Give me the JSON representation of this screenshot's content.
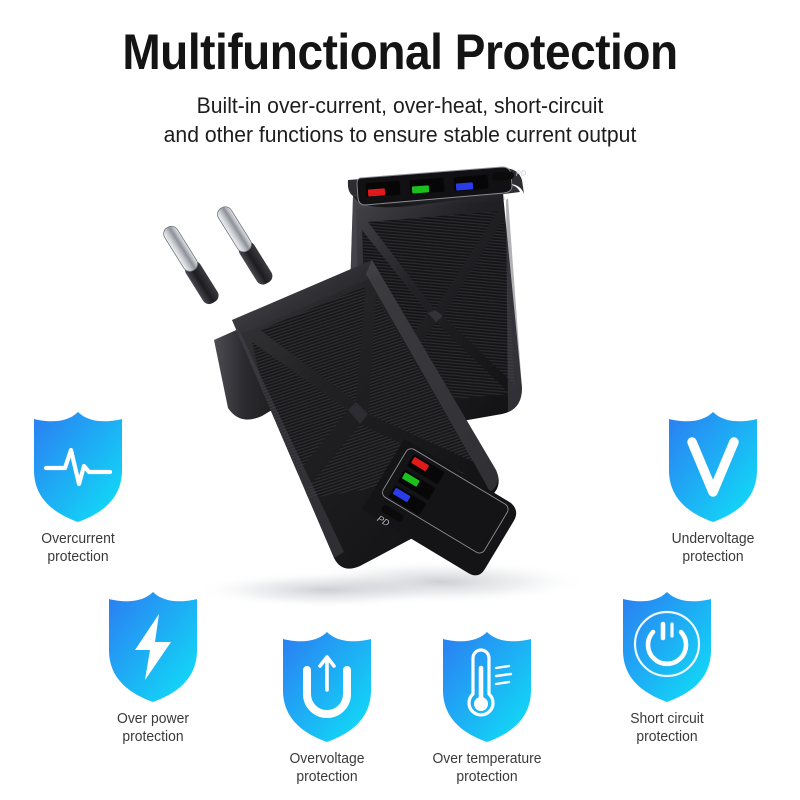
{
  "header": {
    "title": "Multifunctional Protection",
    "subtitle_line1": "Built-in over-current, over-heat, short-circuit",
    "subtitle_line2": "and other functions to ensure stable current output"
  },
  "features": [
    {
      "id": "overcurrent",
      "icon": "heartbeat-pulse-icon",
      "caption_line1": "Overcurrent",
      "caption_line2": "protection"
    },
    {
      "id": "undervoltage",
      "icon": "letter-v-icon",
      "caption_line1": "Undervoltage",
      "caption_line2": "protection"
    },
    {
      "id": "overpower",
      "icon": "lightning-bolt-icon",
      "caption_line1": "Over power",
      "caption_line2": "protection"
    },
    {
      "id": "shortcircuit",
      "icon": "power-button-icon",
      "caption_line1": "Short circuit",
      "caption_line2": "protection"
    },
    {
      "id": "overvoltage",
      "icon": "u-arrow-up-icon",
      "caption_line1": "Overvoltage",
      "caption_line2": "protection"
    },
    {
      "id": "overtemp",
      "icon": "thermometer-icon",
      "caption_line1": "Over temperature",
      "caption_line2": "protection"
    }
  ],
  "product": {
    "name": "usb-wall-charger",
    "plug_type": "EU round-pin",
    "body_pattern": "x-cross-textured",
    "usb_c_label": "PD",
    "ports": [
      {
        "type": "usb-a",
        "indicator_color": "#e01a1a",
        "name": "usb-a-port-red"
      },
      {
        "type": "usb-a",
        "indicator_color": "#1cc01c",
        "name": "usb-a-port-green"
      },
      {
        "type": "usb-a",
        "indicator_color": "#2a3ce8",
        "name": "usb-a-port-blue"
      },
      {
        "type": "usb-c",
        "indicator_color": "#2a2a2a",
        "name": "usb-c-port-pd"
      }
    ]
  },
  "colors": {
    "shield_gradient_start": "#2b7df2",
    "shield_gradient_end": "#0fe2f7",
    "shield_glyph": "#ffffff",
    "title_text": "#141414",
    "caption_text": "#3a3a3a",
    "background": "#ffffff",
    "product_body": "#1a1a1c",
    "pin_metal": "#d8dadd"
  }
}
